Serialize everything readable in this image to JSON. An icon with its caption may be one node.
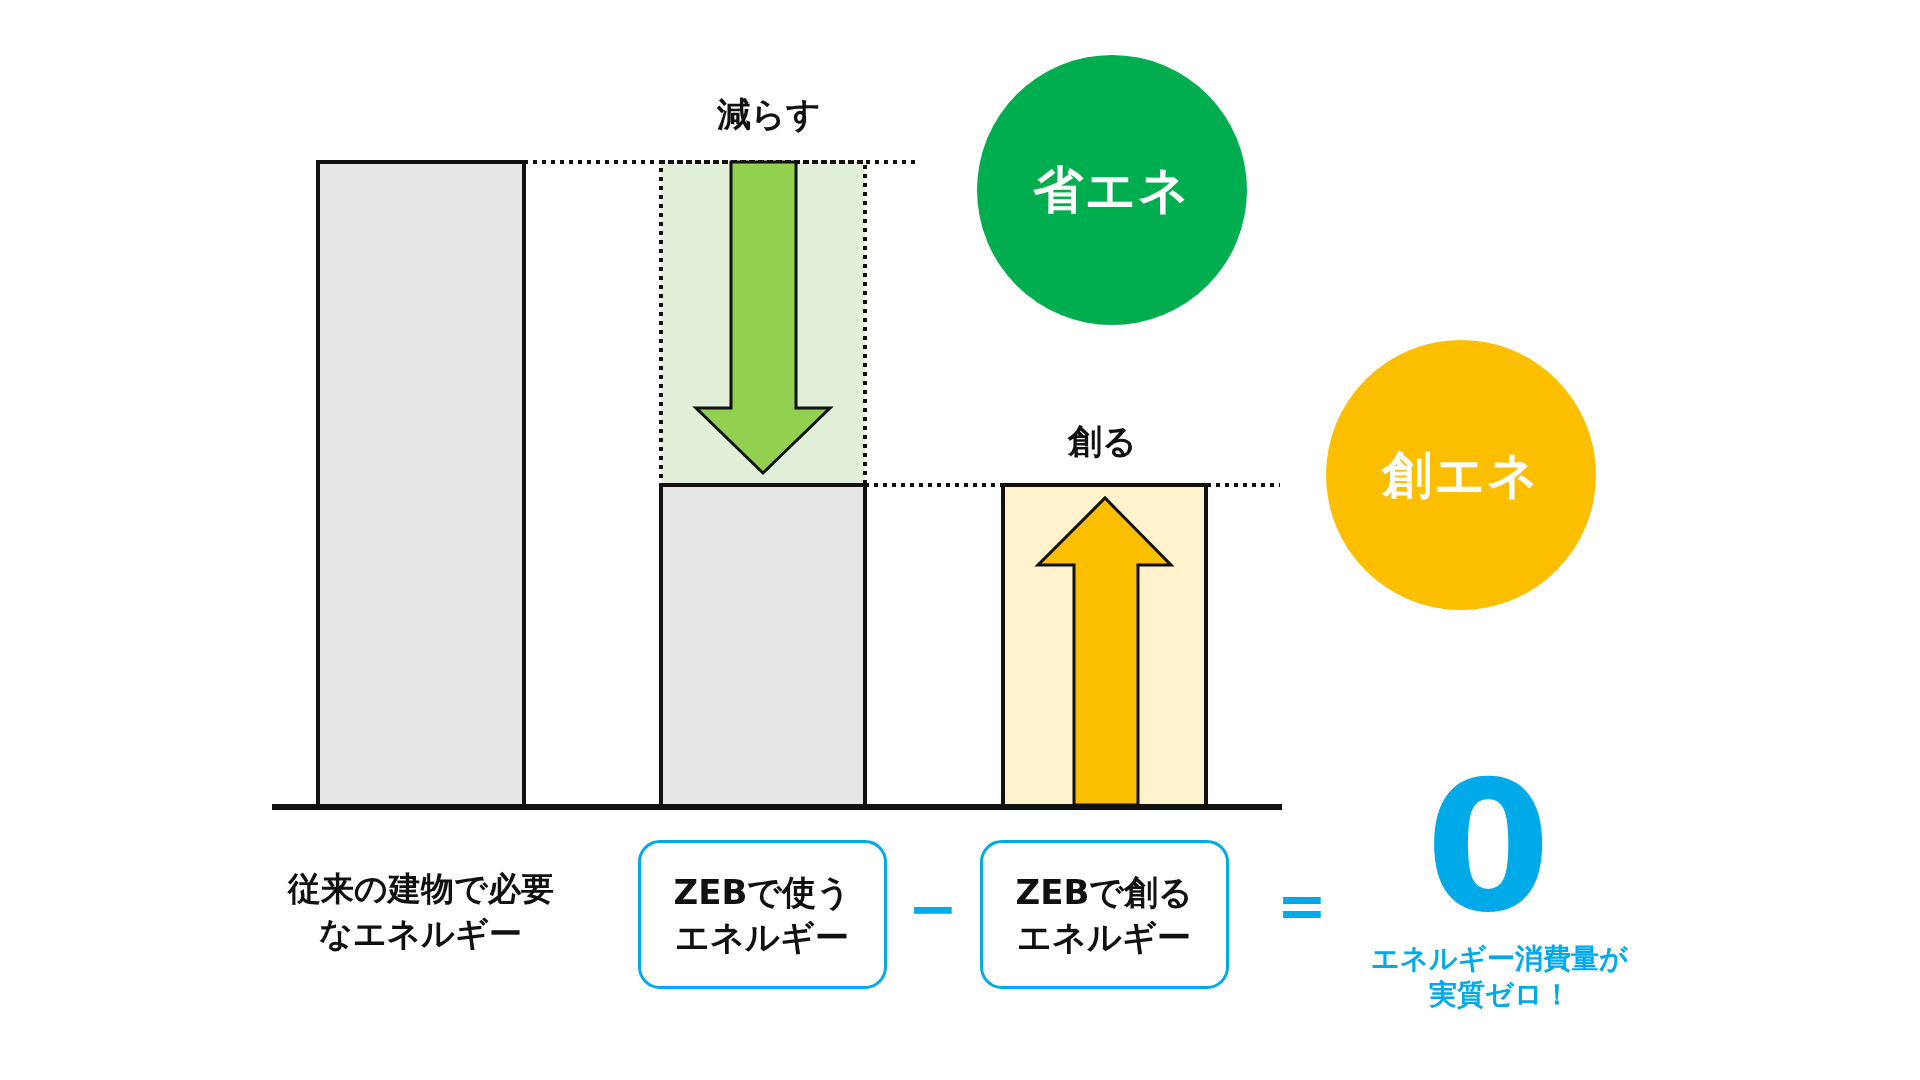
{
  "diagram": {
    "nodes": [
      {
        "text": [
          "省エネ"
        ]
      },
      {
        "text": [
          "創エネ"
        ]
      },
      {
        "text": [
          "ZEBで使うエネルギー"
        ]
      },
      {
        "text": [
          "ZEBで創るエネルギー"
        ]
      }
    ],
    "labels": [
      "減らす",
      "創る",
      "従来の建物で必要なエネルギー",
      "−",
      "=",
      "0",
      "エネルギー消費量が実質ゼロ！"
    ]
  }
}
